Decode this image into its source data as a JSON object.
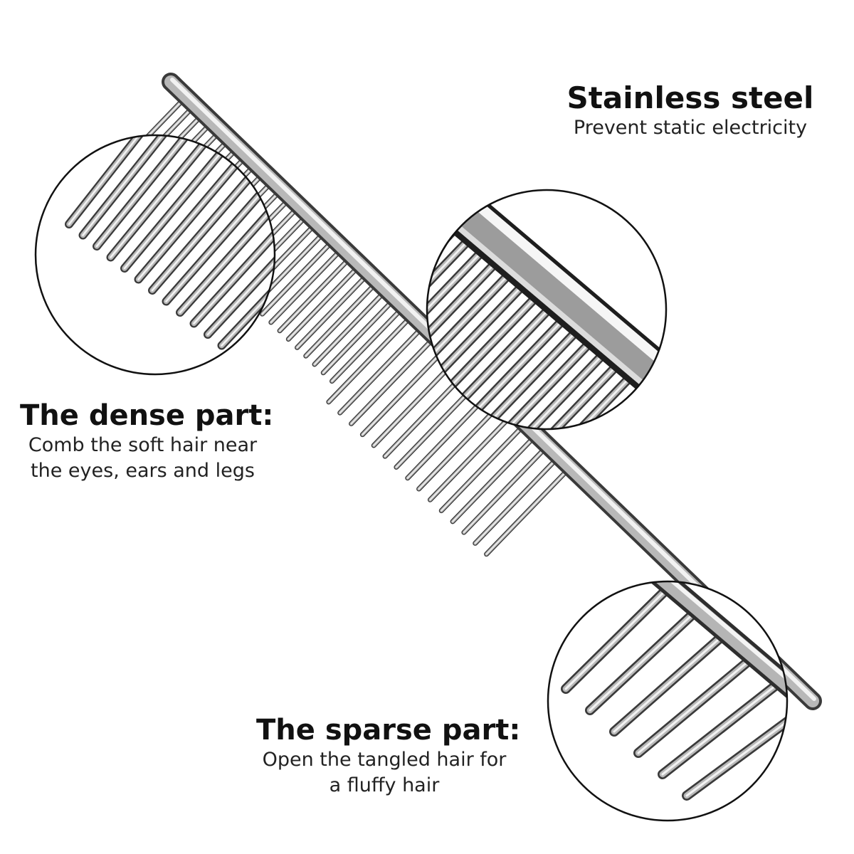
{
  "callouts": {
    "steel": {
      "title": "Stainless steel",
      "description": "Prevent static electricity"
    },
    "dense": {
      "title": "The dense part:",
      "description": "Comb the soft hair near the eyes, ears and legs"
    },
    "sparse": {
      "title": "The sparse part:",
      "description": "Open the tangled hair for a fluffy hair"
    }
  },
  "colors": {
    "background": "#ffffff",
    "steel_light": "#f2f2f2",
    "steel_mid": "#b8b8b8",
    "steel_dark": "#3a3a3a",
    "outline": "#111111"
  }
}
